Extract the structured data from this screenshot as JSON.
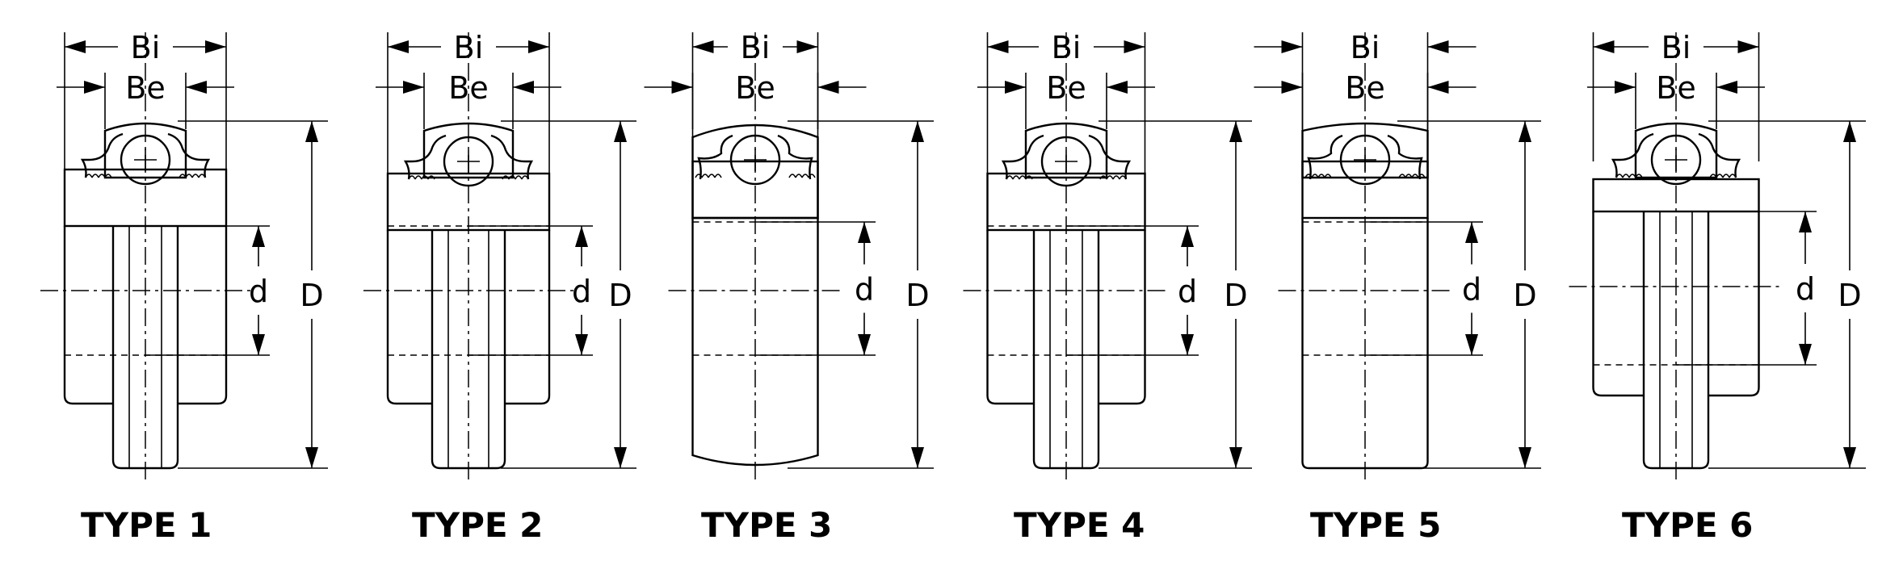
{
  "diagram": {
    "labels": {
      "bi": "Bi",
      "be": "Be",
      "outer_diameter": "D",
      "bore": "d"
    },
    "types": [
      {
        "id": "type-1",
        "label": "TYPE 1",
        "shape": "extended-both",
        "seals": "flinger"
      },
      {
        "id": "type-2",
        "label": "TYPE 2",
        "shape": "extended-both",
        "seals": "flinger"
      },
      {
        "id": "type-3",
        "label": "TYPE 3",
        "shape": "narrow-spherical",
        "seals": "contact"
      },
      {
        "id": "type-4",
        "label": "TYPE 4",
        "shape": "extended-both",
        "seals": "flinger"
      },
      {
        "id": "type-5",
        "label": "TYPE 5",
        "shape": "narrow-flat",
        "seals": "contact"
      },
      {
        "id": "type-6",
        "label": "TYPE 6",
        "shape": "extended-one-side",
        "seals": "flinger"
      }
    ]
  }
}
